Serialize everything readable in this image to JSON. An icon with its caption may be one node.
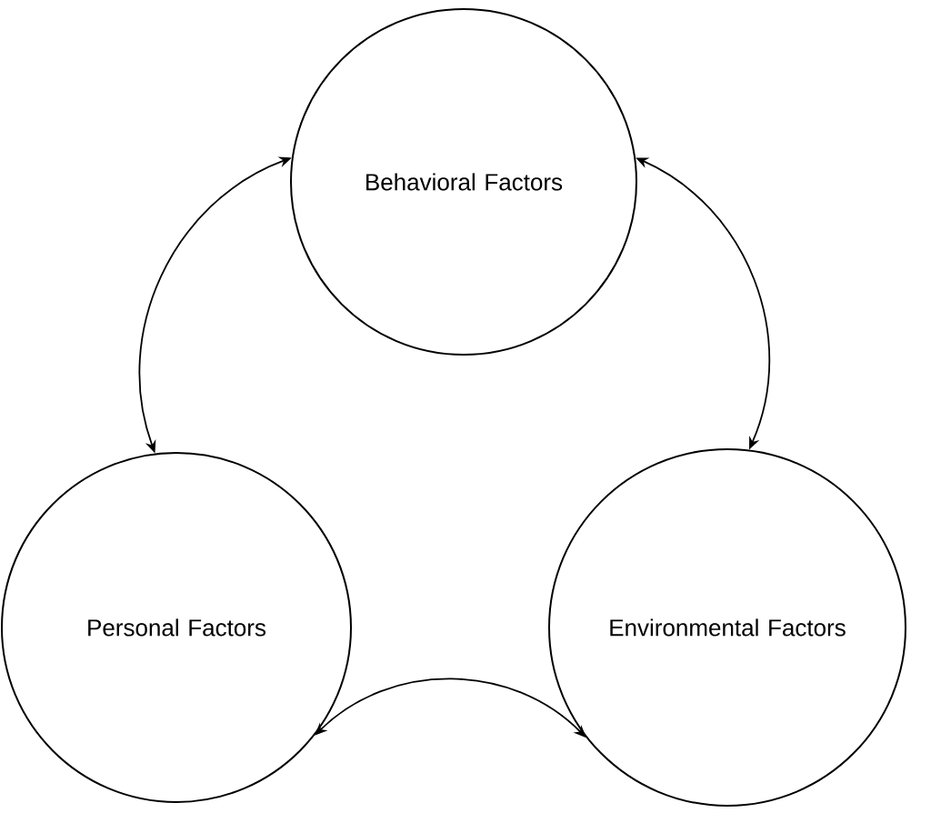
{
  "diagram": {
    "nodes": [
      {
        "text": [
          "Behavioral Factors"
        ]
      },
      {
        "text": [
          "Personal Factors"
        ]
      },
      {
        "text": [
          "Environmental Factors"
        ]
      }
    ],
    "edges": [
      {
        "from": 0,
        "to": 1,
        "arrow": "both"
      },
      {
        "from": 0,
        "to": 2,
        "arrow": "both"
      },
      {
        "from": 1,
        "to": 2,
        "arrow": "both"
      }
    ]
  }
}
